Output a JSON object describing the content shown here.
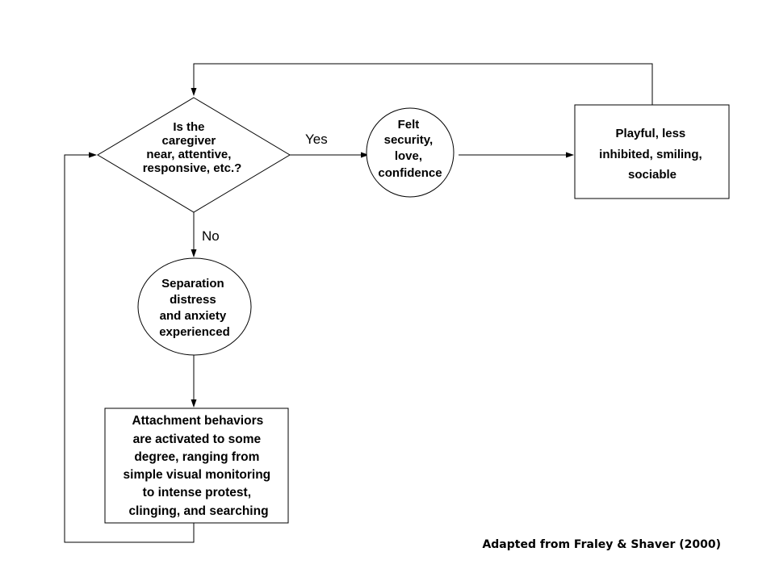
{
  "nodes": {
    "decision": {
      "lines": [
        "Is the",
        "caregiver",
        "near, attentive,",
        "responsive, etc.?"
      ]
    },
    "security": {
      "lines": [
        "Felt",
        "security,",
        "love,",
        "confidence"
      ]
    },
    "playful": {
      "lines": [
        "Playful, less",
        "inhibited, smiling,",
        "sociable"
      ]
    },
    "distress": {
      "lines": [
        "Separation",
        "distress",
        "and anxiety",
        "experienced"
      ]
    },
    "attachment": {
      "lines": [
        "Attachment behaviors",
        "are activated to some",
        "degree, ranging from",
        "simple visual monitoring",
        "to intense protest,",
        "clinging, and searching"
      ]
    }
  },
  "edges": {
    "yes_label": "Yes",
    "no_label": "No"
  },
  "caption": "Adapted from Fraley & Shaver (2000)"
}
